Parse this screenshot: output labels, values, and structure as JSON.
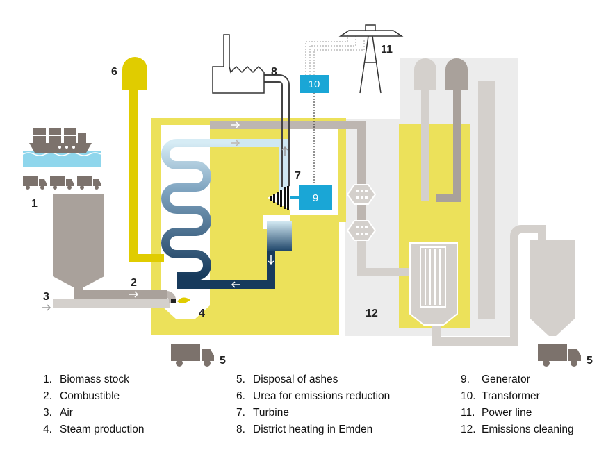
{
  "colors": {
    "yellow": "#ece15a",
    "urea_yellow": "#e0cc00",
    "light_gray": "#ececec",
    "mid_gray": "#bdb6b1",
    "dark_gray": "#a9a19b",
    "steam_dark": "#173a5c",
    "steam_light": "#cfe8f2",
    "cyan": "#1aa6d6",
    "water": "#8fd6ec"
  },
  "diagram": {
    "labels": {
      "n1": "1",
      "n2": "2",
      "n3": "3",
      "n4": "4",
      "n5a": "5",
      "n5b": "5",
      "n6": "6",
      "n7": "7",
      "n8": "8",
      "n11": "11",
      "n12": "12"
    },
    "boxes": {
      "transformer": "10",
      "generator": "9"
    }
  },
  "legend": {
    "col1": [
      {
        "num": "1.",
        "text": "Biomass stock"
      },
      {
        "num": "2.",
        "text": "Combustible"
      },
      {
        "num": "3.",
        "text": "Air"
      },
      {
        "num": "4.",
        "text": "Steam production"
      }
    ],
    "col2": [
      {
        "num": "5.",
        "text": "Disposal of ashes"
      },
      {
        "num": "6.",
        "text": "Urea for emissions reduction"
      },
      {
        "num": "7.",
        "text": "Turbine"
      },
      {
        "num": "8.",
        "text": "District heating in Emden"
      }
    ],
    "col3": [
      {
        "num": "9.",
        "text": "Generator"
      },
      {
        "num": "10.",
        "text": "Transformer"
      },
      {
        "num": "11.",
        "text": "Power line"
      },
      {
        "num": "12.",
        "text": "Emissions cleaning"
      }
    ]
  }
}
